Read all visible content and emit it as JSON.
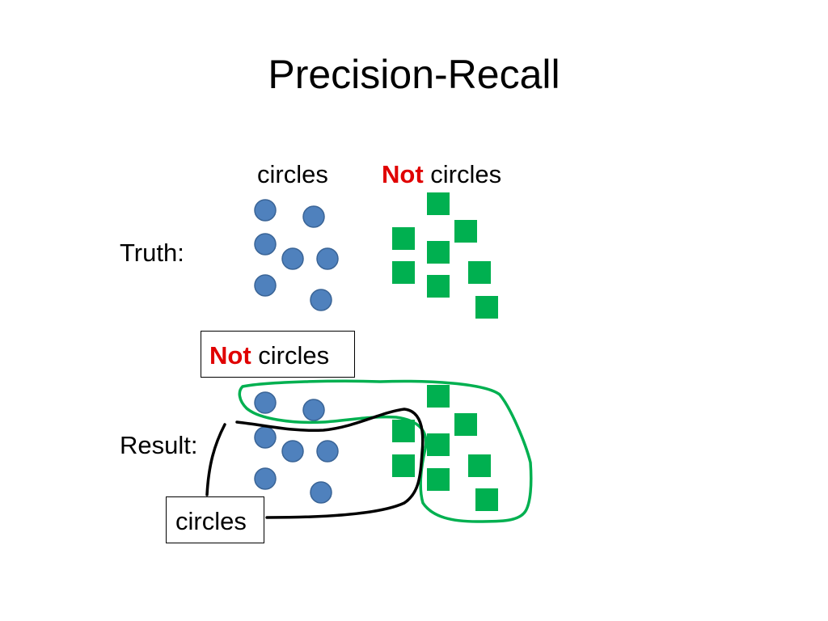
{
  "slide": {
    "title": "Precision-Recall",
    "truth": {
      "row_label": "Truth:",
      "circles_label": "circles",
      "not_circles_label": {
        "emphasis": "Not",
        "rest": " circles"
      }
    },
    "result": {
      "row_label": "Result:",
      "not_circles_box": {
        "emphasis": "Not",
        "rest": " circles"
      },
      "circles_box": "circles"
    }
  },
  "colors": {
    "circle_fill": "#4f81bd",
    "circle_stroke": "#3a6496",
    "square_fill": "#00b050",
    "green_outline": "#00b050",
    "black_outline": "#000000",
    "not_text": "#e00000"
  },
  "icons": {
    "circle": "blue-circle-icon",
    "square": "green-square-icon"
  }
}
